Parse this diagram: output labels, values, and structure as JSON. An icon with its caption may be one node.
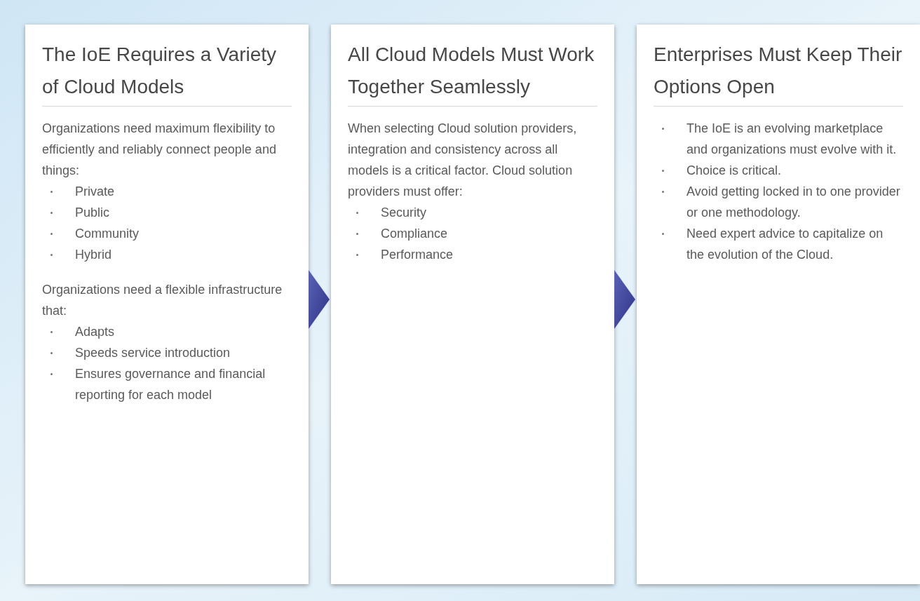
{
  "diagram": {
    "nodes": [
      {
        "text": [
          "The IoE Requires a Variety of Cloud Models",
          "Organizations need maximum flexibility to efficiently and reliably connect people and things:",
          "Private",
          "Public",
          "Community",
          "Hybrid",
          "Organizations need a flexible infrastructure that:",
          "Adapts",
          "Speeds service introduction",
          "Ensures governance and financial reporting for each model"
        ]
      },
      {
        "text": [
          "All Cloud Models Must Work Together Seamlessly",
          "When selecting Cloud solution providers, integration and consistency across all models is a critical factor. Cloud solution providers must offer:",
          "Security",
          "Compliance",
          "Performance"
        ]
      },
      {
        "text": [
          "Enterprises Must Keep Their Options Open",
          "The IoE is an evolving marketplace and organizations must evolve with it.",
          "Choice is critical.",
          "Avoid getting locked in to one provider or one methodology.",
          "Need expert advice to capitalize on the evolution of the Cloud."
        ]
      }
    ],
    "edges": [
      {
        "from": 0,
        "to": 1,
        "arrow": "to"
      },
      {
        "from": 1,
        "to": 2,
        "arrow": "to"
      }
    ]
  }
}
